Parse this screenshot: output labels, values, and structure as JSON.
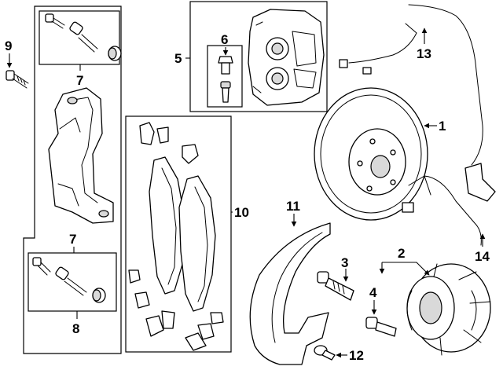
{
  "callouts": {
    "c1": "1",
    "c2": "2",
    "c3": "3",
    "c4": "4",
    "c5": "5",
    "c6": "6",
    "c7a": "7",
    "c7b": "7",
    "c8": "8",
    "c9": "9",
    "c10": "10",
    "c11": "11",
    "c12": "12",
    "c13": "13",
    "c14": "14"
  }
}
